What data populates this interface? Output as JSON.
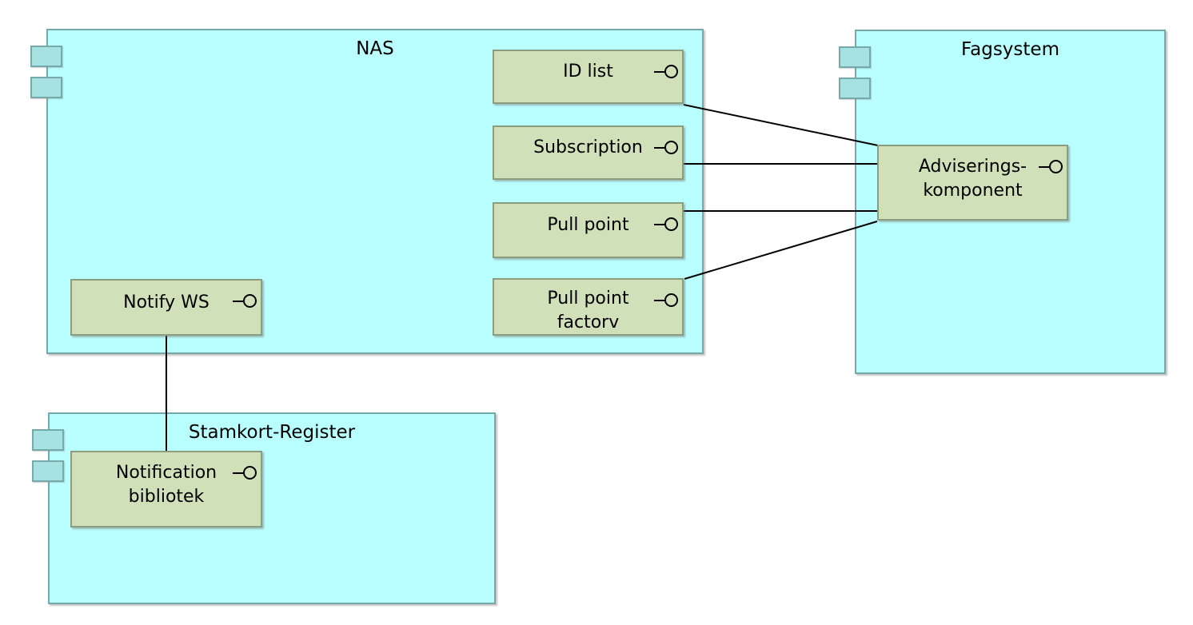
{
  "diagram": {
    "type": "uml-component-diagram",
    "containers": [
      {
        "id": "nas",
        "title": "NAS"
      },
      {
        "id": "fagsystem",
        "title": "Fagsystem"
      },
      {
        "id": "stamkort_register",
        "title": "Stamkort-Register"
      }
    ],
    "components": [
      {
        "id": "id_list",
        "label": "ID list",
        "parent": "NAS"
      },
      {
        "id": "subscription",
        "label": "Subscription",
        "parent": "NAS"
      },
      {
        "id": "pull_point",
        "label": "Pull point",
        "parent": "NAS"
      },
      {
        "id": "pull_point_factory",
        "label": "Pull point\nfactorv",
        "parent": "NAS"
      },
      {
        "id": "notify_ws",
        "label": "Notify WS",
        "parent": "NAS"
      },
      {
        "id": "adviseringskomponent",
        "label": "Adviserings-\nkomponent",
        "parent": "Fagsystem"
      },
      {
        "id": "notification_bibliotek",
        "label": "Notification\nbibliotek",
        "parent": "Stamkort-Register"
      }
    ],
    "edges": [
      {
        "from": "ID list",
        "to": "Adviserings-komponent"
      },
      {
        "from": "Subscription",
        "to": "Adviserings-komponent"
      },
      {
        "from": "Pull point",
        "to": "Adviserings-komponent"
      },
      {
        "from": "Pull point factorv",
        "to": "Adviserings-komponent"
      },
      {
        "from": "Notify WS",
        "to": "Notification bibliotek"
      }
    ],
    "icons": {
      "lollipop": "provided-interface-icon",
      "port": "port-icon"
    },
    "colors": {
      "container_fill": "#b9ffff",
      "container_border": "#76a9a9",
      "port_fill": "#a6e2e2",
      "component_fill": "#d0e1ba",
      "component_border": "#8c9c7e",
      "line": "#000000",
      "text": "#000000",
      "background": "#ffffff"
    }
  }
}
